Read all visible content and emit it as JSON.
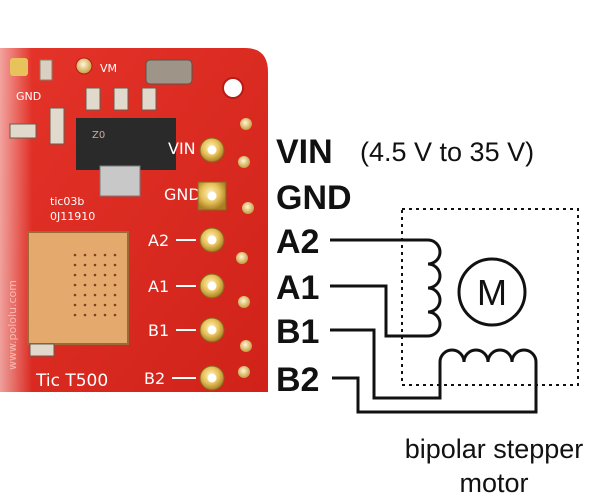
{
  "board": {
    "name": "Tic T500",
    "id_line1": "tic03b",
    "id_line2": "0J11910",
    "url": "www.pololu.com",
    "chip_code": "Z0",
    "silk_pins": [
      "VIN",
      "GND",
      "A2",
      "A1",
      "B1",
      "B2"
    ],
    "silk_top": [
      "GND",
      "VM"
    ],
    "colors": {
      "pcb": "#dd2a20",
      "pcb_dark": "#b81a14",
      "gold": "#e8c25a",
      "silk": "#ffffff"
    }
  },
  "connections": {
    "pins": [
      {
        "id": "vin",
        "label": "VIN"
      },
      {
        "id": "gnd",
        "label": "GND"
      },
      {
        "id": "a2",
        "label": "A2"
      },
      {
        "id": "a1",
        "label": "A1"
      },
      {
        "id": "b1",
        "label": "B1"
      },
      {
        "id": "b2",
        "label": "B2"
      }
    ],
    "vin_range": "(4.5 V to 35 V)"
  },
  "motor": {
    "symbol": "M",
    "caption_line1": "bipolar stepper",
    "caption_line2": "motor"
  }
}
